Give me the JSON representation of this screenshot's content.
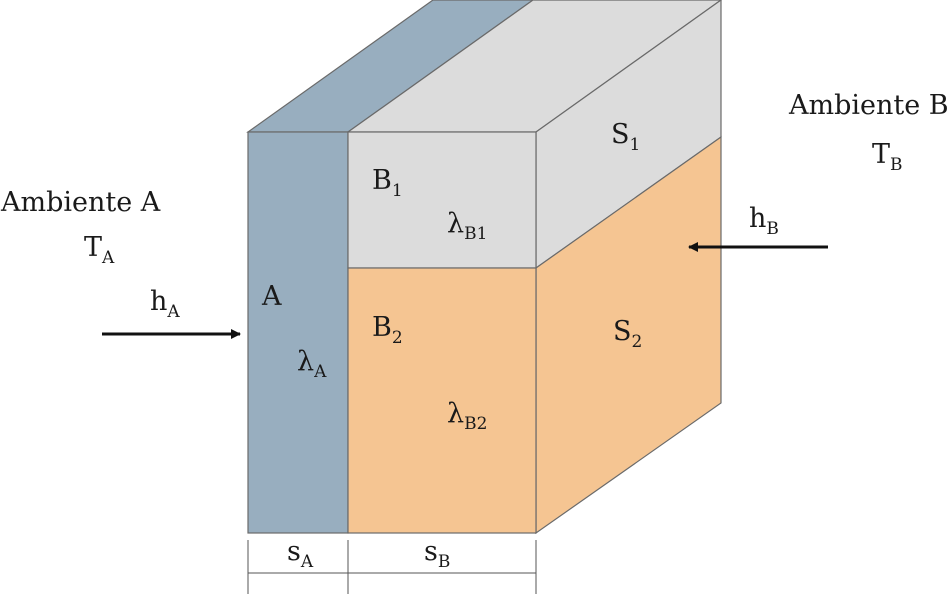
{
  "colors": {
    "layer_a": "#98aebf",
    "layer_a_top": "#98aebf",
    "layer_b1": "#dcdcdc",
    "layer_b2": "#f5c592",
    "arrow": "#111111"
  },
  "ambient_a": {
    "title": "Ambiente A",
    "temp_main": "T",
    "temp_sub": "A",
    "coef_main": "h",
    "coef_sub": "A"
  },
  "ambient_b": {
    "title": "Ambiente B",
    "temp_main": "T",
    "temp_sub": "B",
    "coef_main": "h",
    "coef_sub": "B"
  },
  "layer_a": {
    "name": "A",
    "lambda_main": "λ",
    "lambda_sub": "A"
  },
  "layer_b1": {
    "name_main": "B",
    "name_sub": "1",
    "lambda_main": "λ",
    "lambda_sub": "B1"
  },
  "layer_b2": {
    "name_main": "B",
    "name_sub": "2",
    "lambda_main": "λ",
    "lambda_sub": "B2"
  },
  "surface_1": {
    "main": "S",
    "sub": "1"
  },
  "surface_2": {
    "main": "S",
    "sub": "2"
  },
  "thickness_a": {
    "main": "s",
    "sub": "A"
  },
  "thickness_b": {
    "main": "s",
    "sub": "B"
  }
}
